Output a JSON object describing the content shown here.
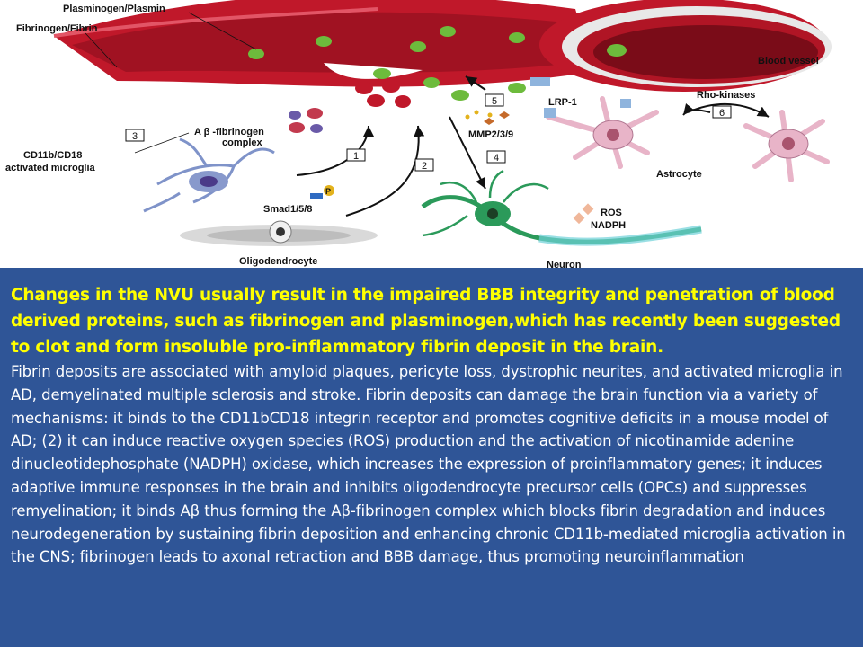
{
  "diagram": {
    "labels": {
      "plasminogen_plasmin": "Plasminogen/Plasmin",
      "fibrinogen_fibrin": "Fibrinogen/Fibrin",
      "blood_vessel": "Blood vessel",
      "abeta_complex_line1": "A β -fibrinogen",
      "abeta_complex_line2": "complex",
      "microglia_line1": "CD11b/CD18",
      "microglia_line2": "activated microglia",
      "smad": "Smad1/5/8",
      "p_badge": "P",
      "oligodendrocyte": "Oligodendrocyte",
      "neuron": "Neuron",
      "ros": "ROS",
      "nadph": "NADPH",
      "mmp": "MMP2/3/9",
      "lrp1": "LRP-1",
      "rho_kinases": "Rho-kinases",
      "astrocyte": "Astrocyte"
    },
    "steps": [
      "1",
      "2",
      "3",
      "4",
      "5",
      "6"
    ],
    "colors": {
      "vessel_outer": "#c0182a",
      "vessel_inner": "#7a0c18",
      "green_particle": "#6dbb3c",
      "red_particle": "#c23a4e",
      "purple_particle": "#6a5aa8",
      "astrocyte": "#e8b4c8",
      "neuron": "#2b9a5a",
      "microglia": "#8899cc",
      "panel": "#2f5597",
      "headline": "#ffff00"
    }
  },
  "text": {
    "headline": "Changes in the NVU usually result in the impaired BBB integrity and penetration of blood derived proteins, such as fibrinogen and plasminogen,which has recently been suggested to clot and form insoluble pro-inflammatory fibrin deposit in the brain.",
    "body": "Fibrin deposits are associated with amyloid plaques, pericyte loss, dystrophic neurites, and activated microglia in AD, demyelinated multiple sclerosis and stroke. Fibrin deposits can damage the brain function via a variety of mechanisms:  it binds to the CD11bCD18 integrin receptor and promotes cognitive deficits in a mouse model of AD; (2) it can induce reactive oxygen species (ROS) production and the activation of nicotinamide adenine dinucleotidephosphate (NADPH) oxidase, which increases the expression of proinflammatory genes; it induces adaptive immune responses in the brain and inhibits oligodendrocyte precursor cells (OPCs) and suppresses remyelination; it binds Aβ thus forming the Aβ-fibrinogen complex which blocks fibrin degradation and induces neurodegeneration by sustaining fibrin deposition and enhancing chronic CD11b-mediated microglia activation in the CNS; fibrinogen leads to axonal retraction and BBB damage, thus promoting neuroinflammation"
  }
}
